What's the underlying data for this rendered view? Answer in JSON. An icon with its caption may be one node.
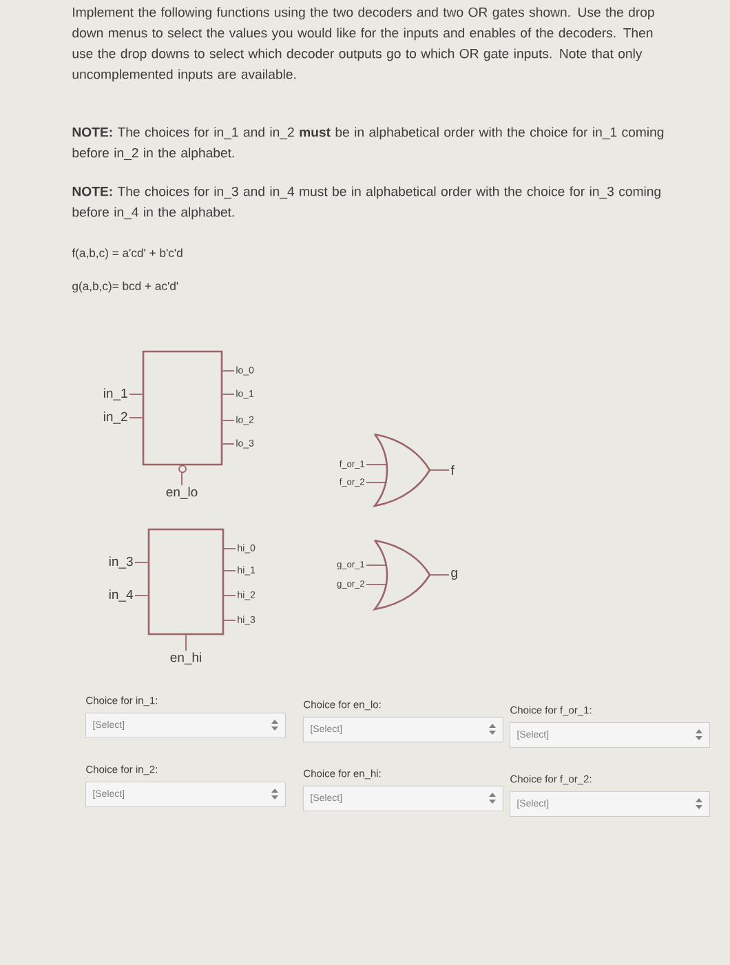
{
  "diagram": {
    "nodes": [
      {
        "text": [],
        "shape": "box"
      },
      {
        "text": [],
        "shape": "box"
      },
      {
        "text": [],
        "shape": "gate"
      },
      {
        "text": [],
        "shape": "gate"
      },
      {
        "text": [
          "Choice for in_1:",
          "[Select]"
        ]
      },
      {
        "text": [
          "Choice for en_lo:",
          "[Select]"
        ]
      },
      {
        "text": [
          "Choice for f_or_1:",
          "[Select]"
        ]
      },
      {
        "text": [
          "Choice for in_2:",
          "[Select]"
        ]
      },
      {
        "text": [
          "Choice for en_hi:",
          "[Select]"
        ]
      },
      {
        "text": [
          "Choice for f_or_2:",
          "[Select]"
        ]
      },
      {
        "text": [
          "in_1"
        ]
      },
      {
        "text": [
          "in_2"
        ]
      },
      {
        "text": [
          "lo_0"
        ]
      },
      {
        "text": [
          "lo_1"
        ]
      },
      {
        "text": [
          "lo_2"
        ]
      },
      {
        "text": [
          "lo_3"
        ]
      },
      {
        "text": [
          "en_lo"
        ]
      },
      {
        "text": [
          "f_or_1"
        ]
      },
      {
        "text": [
          "f_or_2"
        ]
      },
      {
        "text": [
          "f"
        ]
      },
      {
        "text": [
          "in_3"
        ]
      },
      {
        "text": [
          "in_4"
        ]
      },
      {
        "text": [
          "hi_0"
        ]
      },
      {
        "text": [
          "hi_1"
        ]
      },
      {
        "text": [
          "hi_2"
        ]
      },
      {
        "text": [
          "hi_3"
        ]
      },
      {
        "text": [
          "en_hi"
        ]
      },
      {
        "text": [
          "g_or_1"
        ]
      },
      {
        "text": [
          "g_or_2"
        ]
      },
      {
        "text": [
          "g"
        ]
      }
    ],
    "edges": [
      {
        "from": 10,
        "to": 0,
        "arrow": "none"
      },
      {
        "from": 11,
        "to": 0,
        "arrow": "none"
      },
      {
        "from": 0,
        "to": 12,
        "arrow": "none"
      },
      {
        "from": 0,
        "to": 13,
        "arrow": "none"
      },
      {
        "from": 0,
        "to": 14,
        "arrow": "none"
      },
      {
        "from": 0,
        "to": 15,
        "arrow": "none"
      },
      {
        "from": 16,
        "to": 0,
        "arrow": "none"
      },
      {
        "from": 17,
        "to": 2,
        "arrow": "none"
      },
      {
        "from": 18,
        "to": 2,
        "arrow": "none"
      },
      {
        "from": 2,
        "to": 19,
        "arrow": "none"
      },
      {
        "from": 20,
        "to": 1,
        "arrow": "none"
      },
      {
        "from": 21,
        "to": 1,
        "arrow": "none"
      },
      {
        "from": 1,
        "to": 22,
        "arrow": "none"
      },
      {
        "from": 1,
        "to": 23,
        "arrow": "none"
      },
      {
        "from": 1,
        "to": 24,
        "arrow": "none"
      },
      {
        "from": 1,
        "to": 25,
        "arrow": "none"
      },
      {
        "from": 26,
        "to": 1,
        "arrow": "none"
      },
      {
        "from": 27,
        "to": 3,
        "arrow": "none"
      },
      {
        "from": 28,
        "to": 3,
        "arrow": "none"
      },
      {
        "from": 3,
        "to": 29,
        "arrow": "none"
      }
    ],
    "labels": [
      "Implement the following functions using the two decoders and two OR gates shown. Use the drop down menus to select the values you would like for the inputs and enables of the decoders. Then use the drop downs to select which decoder outputs go to which OR gate inputs. Note that only uncomplemented inputs are available.",
      "**NOTE:** The choices for in_1 and in_2 **must** be in alphabetical order with the choice for in_1 coming before in_2 in the alphabet.",
      "**NOTE:** The choices for in_3 and in_4 must be in alphabetical order with the choice for in_3 coming before in_4 in the alphabet.",
      "f(a,b,c) = a'cd' + b'c'd",
      "g(a,b,c)= bcd + ac'd'"
    ]
  }
}
